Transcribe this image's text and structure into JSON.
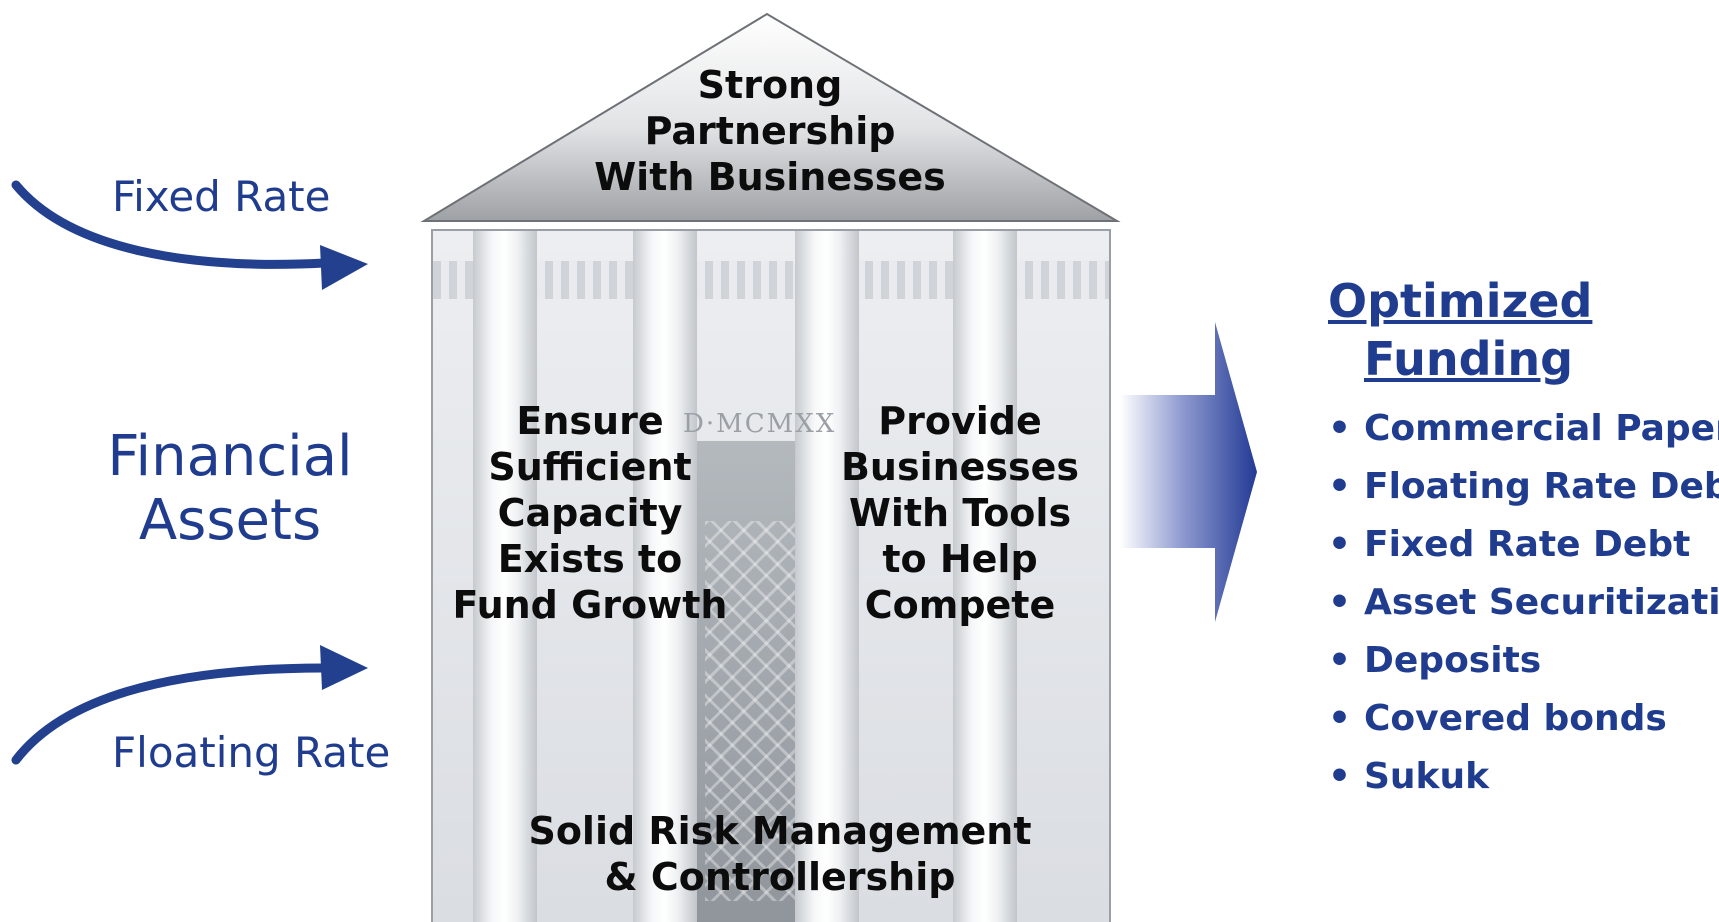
{
  "inputs": {
    "fixed_rate": "Fixed Rate",
    "floating_rate": "Floating Rate",
    "financial_assets": [
      "Financial",
      "Assets"
    ]
  },
  "building": {
    "roof": [
      "Strong",
      "Partnership",
      "With Businesses"
    ],
    "pillar_left": [
      "Ensure",
      "Sufficient",
      "Capacity",
      "Exists to",
      "Fund Growth"
    ],
    "pillar_right": [
      "Provide",
      "Businesses",
      "With Tools",
      "to Help",
      "Compete"
    ],
    "foundation": [
      "Solid Risk Management",
      "& Controllership"
    ],
    "inscription": "D·MCMXX"
  },
  "output": {
    "title": [
      "Optimized",
      "Funding"
    ],
    "items": [
      "Commercial Paper",
      "Floating Rate Debt",
      "Fixed Rate Debt",
      "Asset Securitization",
      "Deposits",
      "Covered bonds",
      "Sukuk"
    ]
  },
  "colors": {
    "brand_blue": "#1f3c8f",
    "text_dark": "#0c0c0c"
  }
}
